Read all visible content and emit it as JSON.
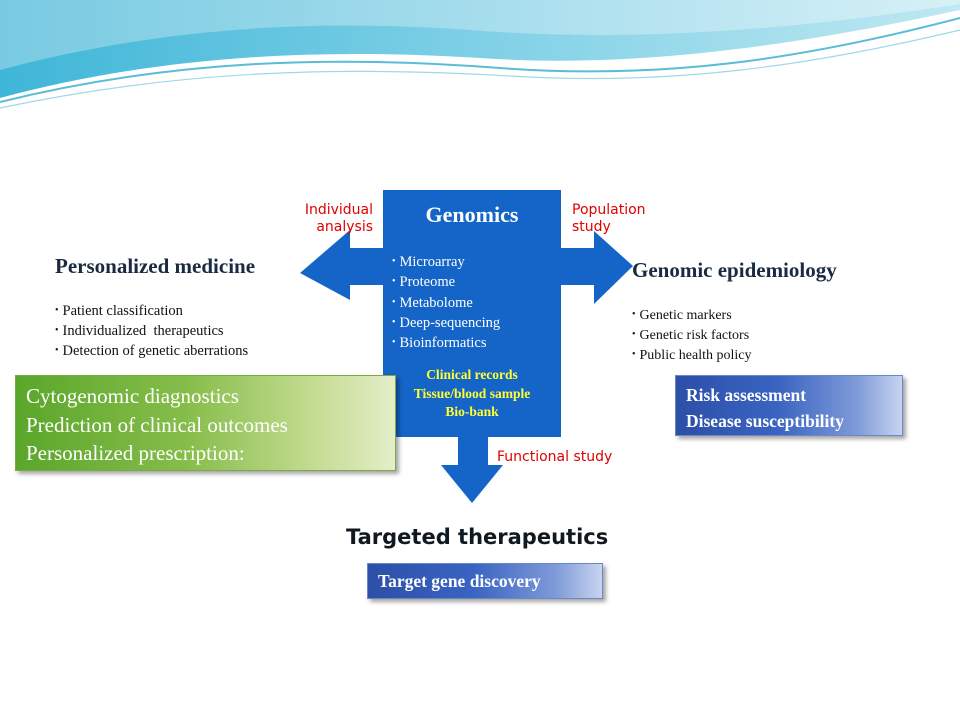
{
  "genomics": {
    "title": "Genomics",
    "techniques": [
      "Microarray",
      "Proteome",
      "Metabolome",
      "Deep-sequencing",
      "Bioinformatics"
    ],
    "resources": [
      "Clinical records",
      "Tissue/blood sample",
      "Bio-bank"
    ]
  },
  "arrows": {
    "left": "Individual analysis",
    "left_lines": [
      "Individual",
      "analysis"
    ],
    "right_lines": [
      "Population",
      "study"
    ],
    "down": "Functional study"
  },
  "personalized_medicine": {
    "title": "Personalized medicine",
    "bullets": [
      "Patient classification",
      "Individualized  therapeutics",
      "Detection of genetic aberrations"
    ],
    "outcomes": [
      "Cytogenomic diagnostics",
      "Prediction of clinical outcomes",
      "Personalized prescription:"
    ]
  },
  "genomic_epidemiology": {
    "title": "Genomic epidemiology",
    "bullets": [
      "Genetic markers",
      "Genetic risk factors",
      "Public health policy"
    ],
    "outcomes": [
      "Risk assessment",
      "Disease susceptibility"
    ]
  },
  "targeted_therapeutics": {
    "title": "Targeted therapeutics",
    "outcomes": [
      "Target gene discovery"
    ]
  },
  "colors": {
    "center_box": "#1565c8",
    "resource_text": "#ffff33",
    "arrow_label": "#e00000",
    "green_box": "#6aaa34",
    "blue_box": "#3a64c2"
  }
}
